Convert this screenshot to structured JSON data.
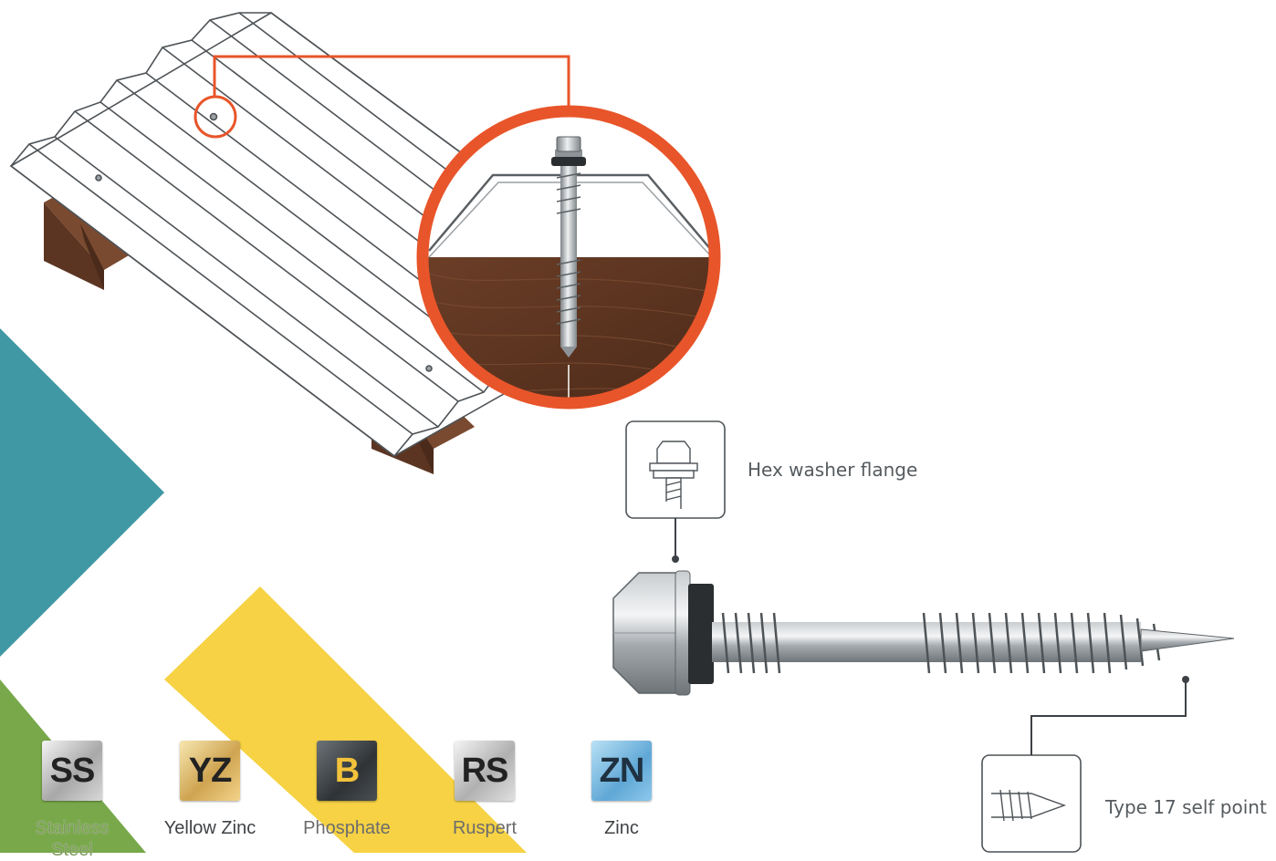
{
  "callouts": {
    "head": "Hex washer flange",
    "point": "Type 17 self point"
  },
  "finishes": [
    {
      "code": "SS",
      "name": "Stainless Steel",
      "icon": "ss-badge-icon"
    },
    {
      "code": "YZ",
      "name": "Yellow Zinc",
      "icon": "yz-badge-icon"
    },
    {
      "code": "B",
      "name": "Phosphate",
      "icon": "b-badge-icon"
    },
    {
      "code": "RS",
      "name": "Ruspert",
      "icon": "rs-badge-icon"
    },
    {
      "code": "ZN",
      "name": "Zinc",
      "icon": "zn-badge-icon"
    }
  ],
  "colors": {
    "accent_orange": "#e8552a",
    "teal": "#3f98a4",
    "yellow": "#f6d244",
    "green": "#78a84a",
    "timber": "#5c3522"
  }
}
